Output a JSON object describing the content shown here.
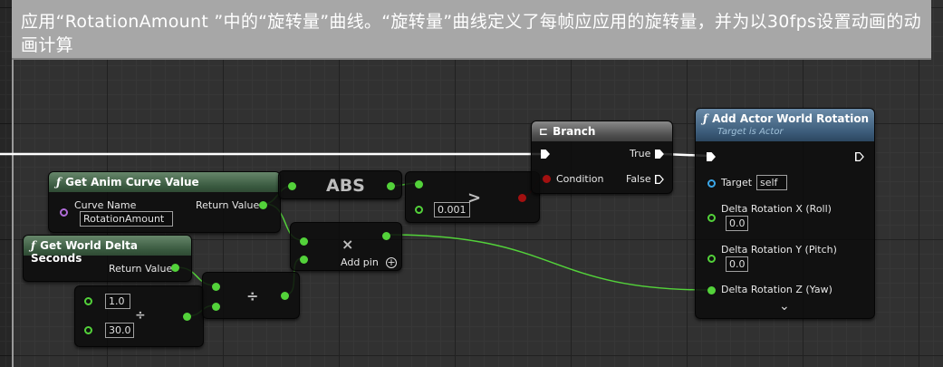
{
  "comment": {
    "text": "应用“RotationAmount ”中的“旋转量”曲线。“旋转量”曲线定义了每帧应应用的旋转量，并为以30fps设置动画的动画计算"
  },
  "nodes": {
    "get_curve": {
      "title": "Get Anim Curve Value",
      "curve_name_label": "Curve Name",
      "curve_name_value": "RotationAmount",
      "return_label": "Return Value"
    },
    "get_delta": {
      "title": "Get World Delta Seconds",
      "return_label": "Return Value"
    },
    "abs": {
      "title": "ABS"
    },
    "greater": {
      "symbol": ">",
      "value": "0.001"
    },
    "multiply": {
      "symbol": "×",
      "add_pin_label": "Add pin",
      "add_pin_icon": "+"
    },
    "divide_const": {
      "symbol": "÷",
      "a": "1.0",
      "b": "30.0"
    },
    "divide": {
      "symbol": "÷"
    },
    "branch": {
      "title": "Branch",
      "condition_label": "Condition",
      "true_label": "True",
      "false_label": "False"
    },
    "rotate": {
      "title": "Add Actor World Rotation",
      "subtitle": "Target is Actor",
      "target_label": "Target",
      "target_value": "self",
      "x_label": "Delta Rotation X (Roll)",
      "x_value": "0.0",
      "y_label": "Delta Rotation Y (Pitch)",
      "y_value": "0.0",
      "z_label": "Delta Rotation Z (Yaw)",
      "expand_icon": "⌄"
    }
  },
  "colors": {
    "float_pin": "#53d23a",
    "bool_pin": "#a31010",
    "name_pin": "#b06cd8",
    "object_pin": "#3ba7e8",
    "exec_wire": "#ffffff"
  }
}
